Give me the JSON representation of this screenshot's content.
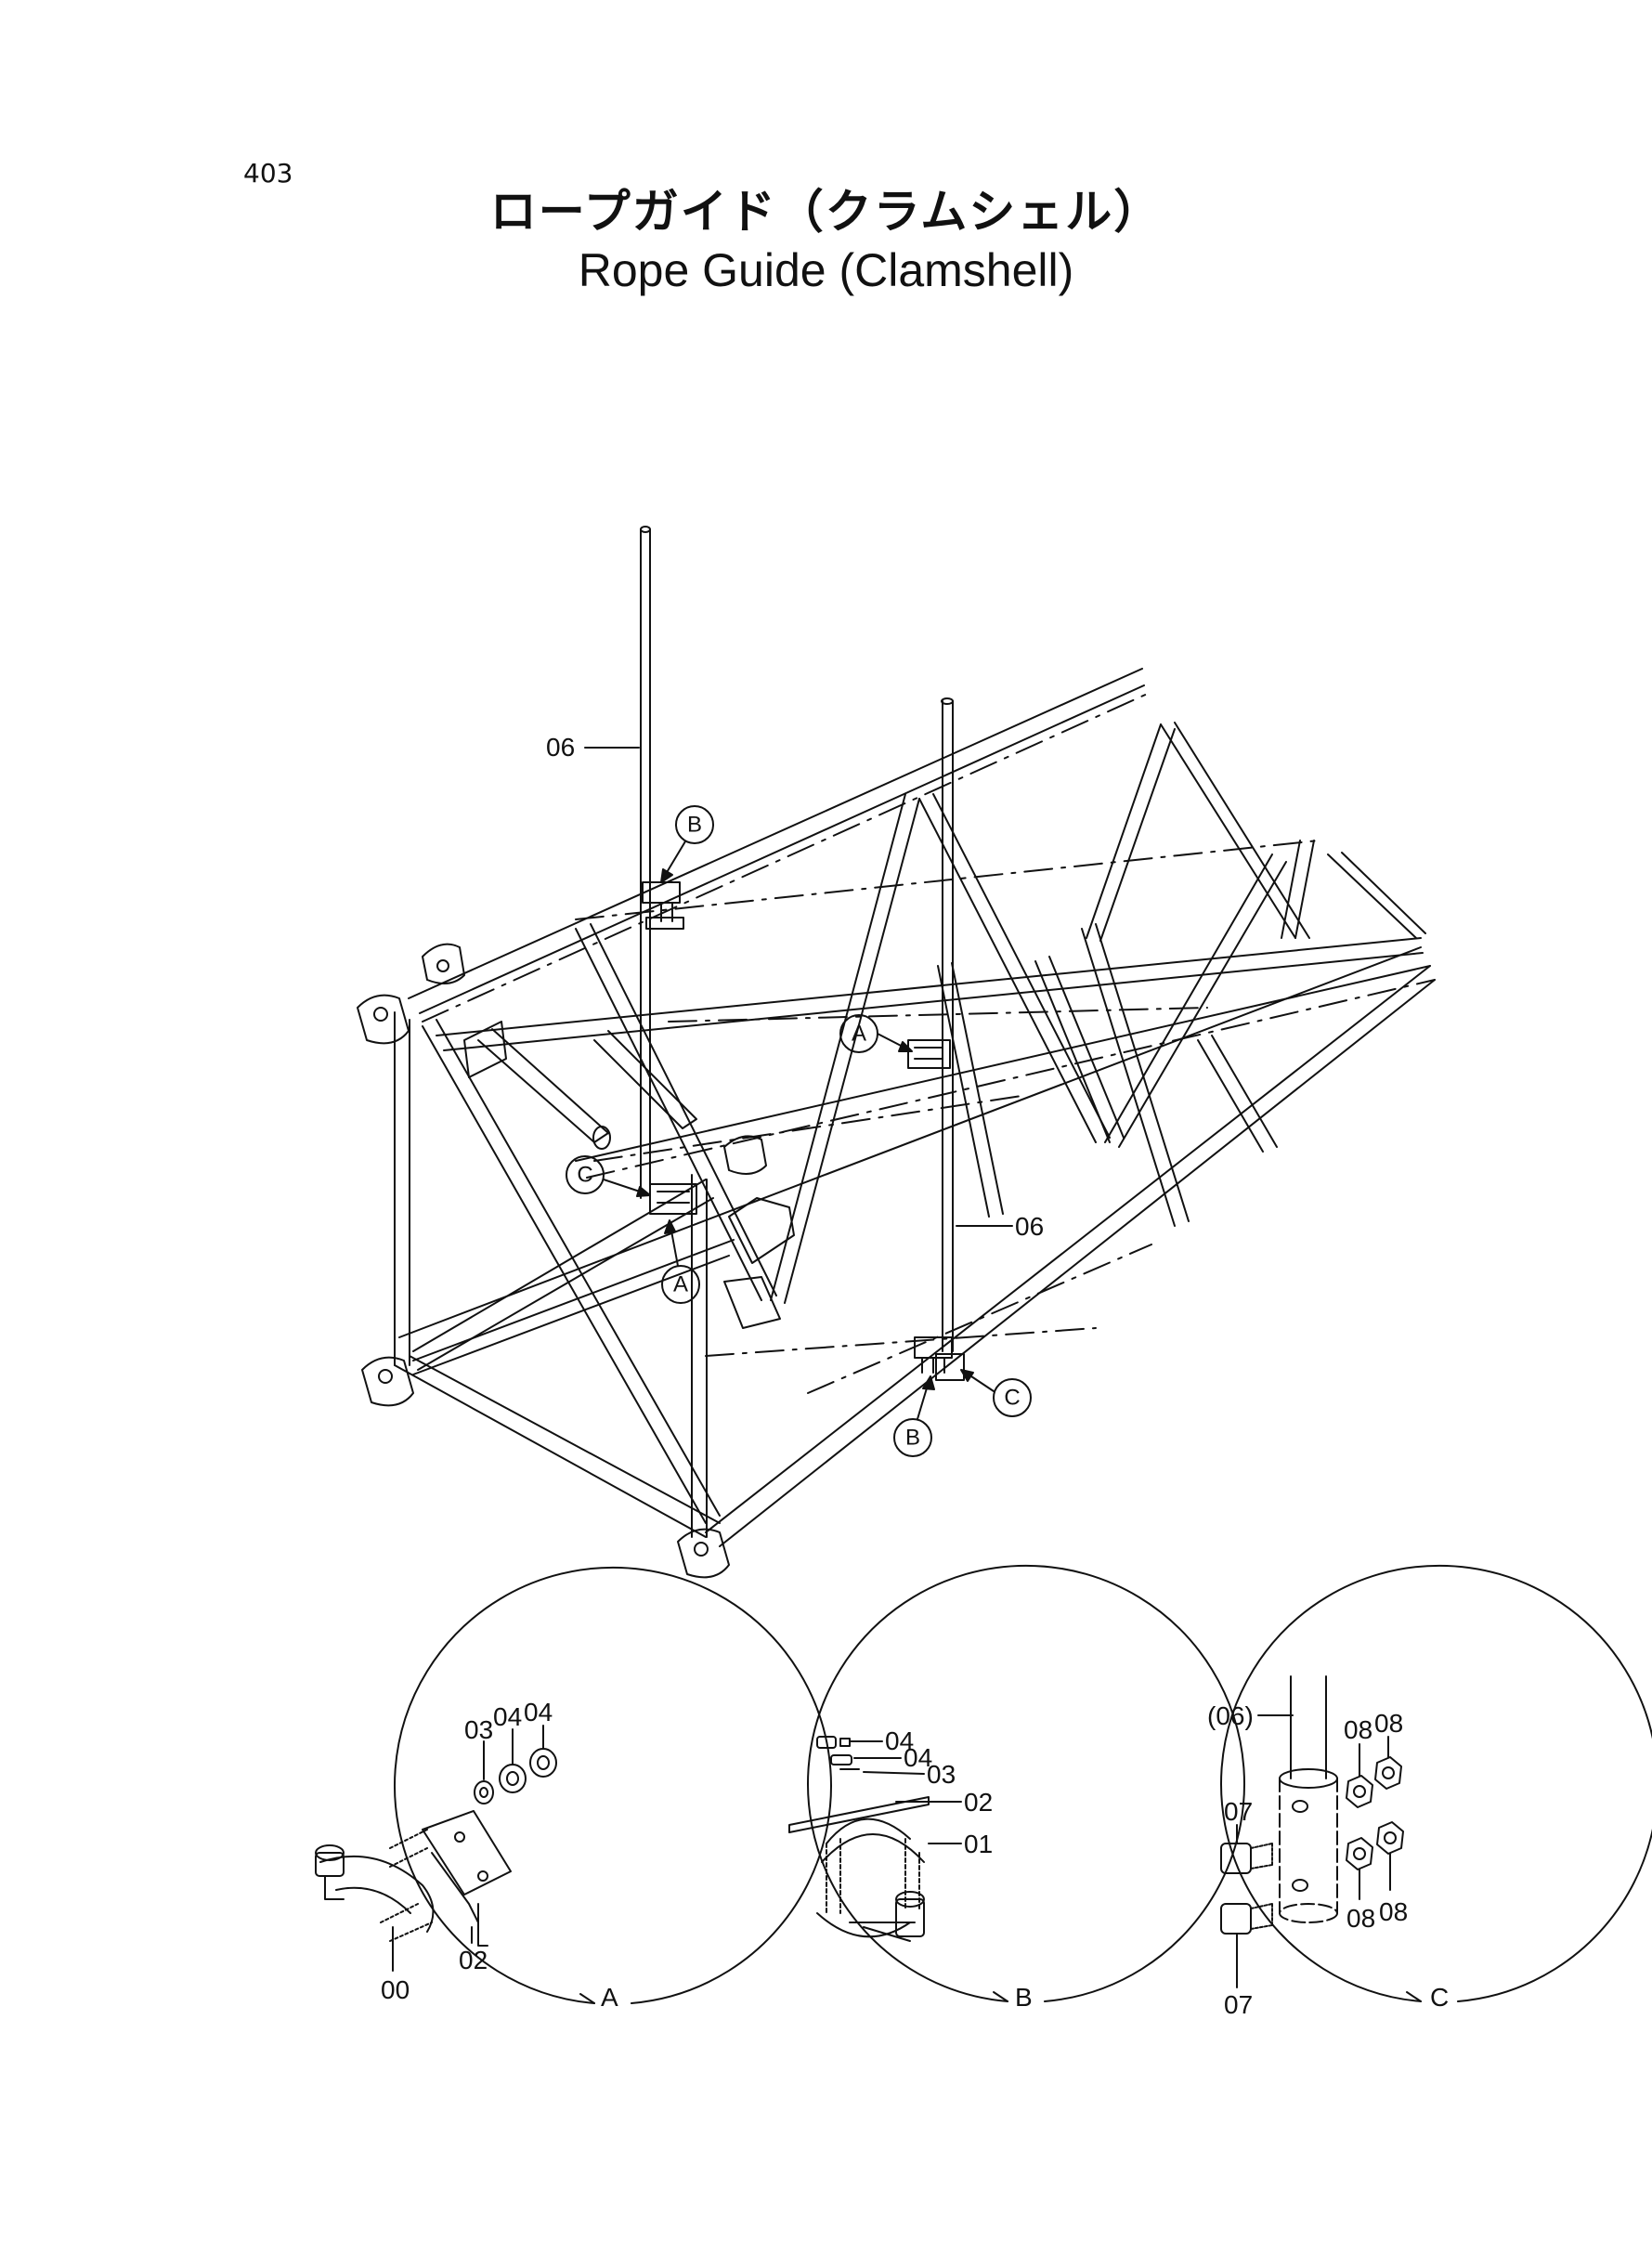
{
  "page_number": "403",
  "title": {
    "japanese": "ロープガイド（クラムシェル）",
    "english": "Rope Guide (Clamshell)"
  },
  "main_view": {
    "part_labels": {
      "rod_left": "06",
      "rod_right": "06"
    },
    "callouts": {
      "b_top": "B",
      "a_mid": "A",
      "c_left": "C",
      "a_low": "A",
      "c_right": "C",
      "b_low": "B"
    }
  },
  "detail_a": {
    "view_letter": "A",
    "labels": {
      "p00": "00",
      "p02": "02",
      "p03": "03",
      "p04a": "04",
      "p04b": "04"
    }
  },
  "detail_b": {
    "view_letter": "B",
    "labels": {
      "p04a": "04",
      "p04b": "04",
      "p03": "03",
      "p02": "02",
      "p01": "01"
    }
  },
  "detail_c": {
    "view_letter": "C",
    "labels": {
      "p06": "(06)",
      "p07a": "07",
      "p07b": "07",
      "p08a": "08",
      "p08b": "08",
      "p08c": "08",
      "p08d": "08"
    }
  }
}
